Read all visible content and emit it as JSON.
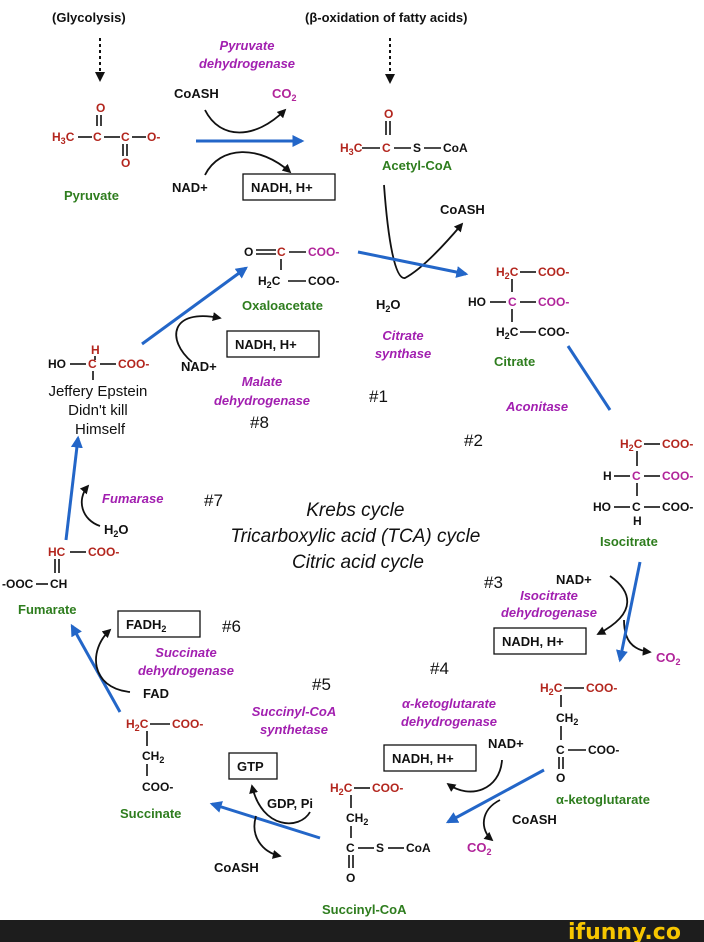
{
  "header": {
    "glycolysis": "(Glycolysis)",
    "beta_oxidation": "(β-oxidation of fatty acids)"
  },
  "title": {
    "line1": "Krebs cycle",
    "line2": "Tricarboxylic acid (TCA) cycle",
    "line3": "Citric acid cycle"
  },
  "compounds": {
    "pyruvate": "Pyruvate",
    "acetyl_coa": "Acetyl-CoA",
    "oxaloacetate": "Oxaloacetate",
    "citrate": "Citrate",
    "isocitrate": "Isocitrate",
    "alpha_ketoglutarate": "α-ketoglutarate",
    "succinyl_coa": "Succinyl-CoA",
    "succinate": "Succinate",
    "fumarate": "Fumarate",
    "malate_caption": [
      "Jeffery Epstein",
      "Didn't kill",
      "Himself"
    ]
  },
  "enzymes": {
    "pdh": [
      "Pyruvate",
      "dehydrogenase"
    ],
    "citrate_synthase": [
      "Citrate",
      "synthase"
    ],
    "aconitase": "Aconitase",
    "idh": [
      "Isocitrate",
      "dehydrogenase"
    ],
    "akgdh": [
      "α-ketoglutarate",
      "dehydrogenase"
    ],
    "scs": [
      "Succinyl-CoA",
      "synthetase"
    ],
    "sdh": [
      "Succinate",
      "dehydrogenase"
    ],
    "fumarase": "Fumarase",
    "mdh": [
      "Malate",
      "dehydrogenase"
    ]
  },
  "steps": [
    "#1",
    "#2",
    "#3",
    "#4",
    "#5",
    "#6",
    "#7",
    "#8"
  ],
  "cofactors": {
    "coash": "CoASH",
    "co2": "CO",
    "co2_sub": "2",
    "nad": "NAD+",
    "nadh": "NADH, H+",
    "h2o": "H",
    "h2o_sub": "2",
    "h2o_o": "O",
    "gtp": "GTP",
    "gdp": "GDP, Pi",
    "fad": "FAD",
    "fadh": "FADH",
    "fadh_sub": "2"
  },
  "chem": {
    "o": "O",
    "h3c": "H",
    "h3c_sub": "3",
    "c": "C",
    "c_eq": "C",
    "co": "-C",
    "o_minus": "O-",
    "s": "S",
    "coa": "CoA",
    "coo": "COO-",
    "ch": "CH",
    "ch2": "CH",
    "ch2_sub": "2",
    "h2c": "H",
    "h2c_sub": "2",
    "h2c_c": "C",
    "h": "H",
    "ho": "HO",
    "ooc": "-OOC",
    "hc": "HC"
  },
  "watermark": "ifunny.co",
  "colors": {
    "enzyme": "#a21fb0",
    "compound": "#2e7d1e",
    "carbon": "#b3261e",
    "arrow": "#2366c8"
  }
}
